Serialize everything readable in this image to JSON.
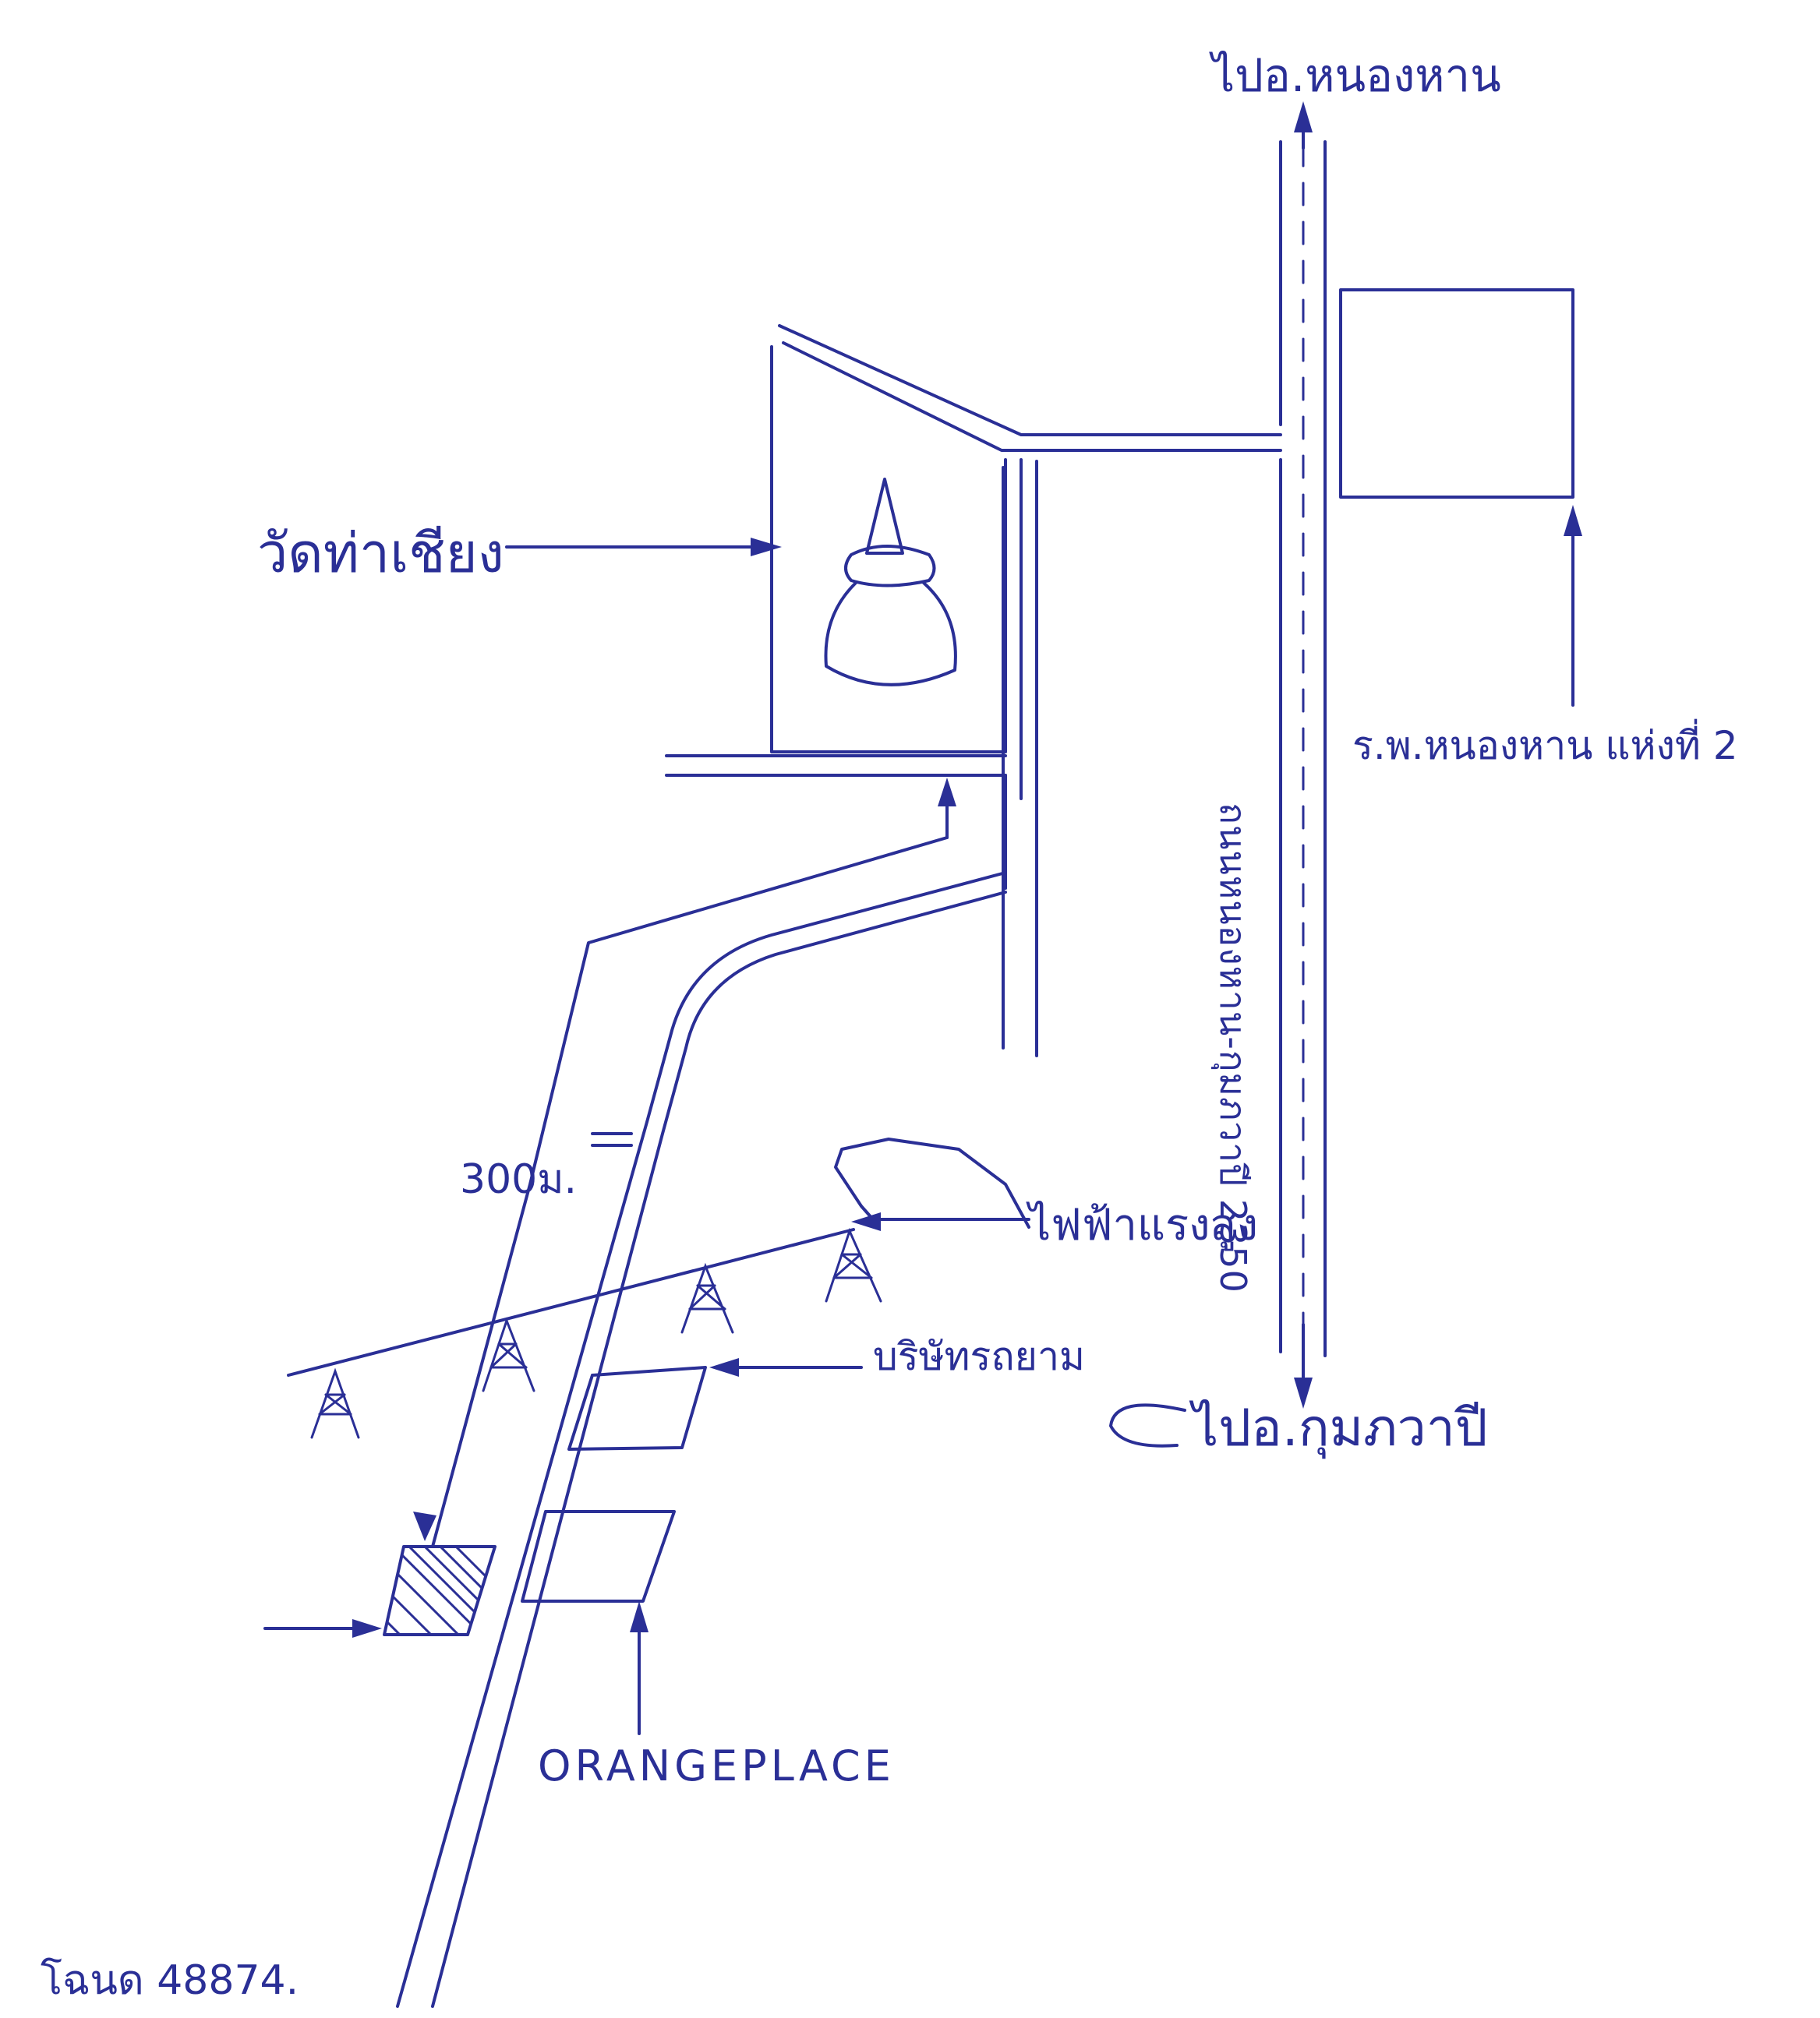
{
  "map": {
    "labels": {
      "temple": "วัดท่าเชียง",
      "to_north": "ไปอ.หนองหาน",
      "to_south": "ไปอ.กุมภวาปี",
      "hospital": "ร.พ.หนองหาน แห่งที่ 2",
      "highway": "ถนนหนองหาน-กุมภวาปี 2350",
      "distance": "300ม.",
      "power_line": "ไฟฟ้าแรงสูง",
      "company": "บริษัทรถยาม",
      "land_plot": "โฉนด 48874.",
      "orange_place": "ORANGEPLACE"
    }
  }
}
